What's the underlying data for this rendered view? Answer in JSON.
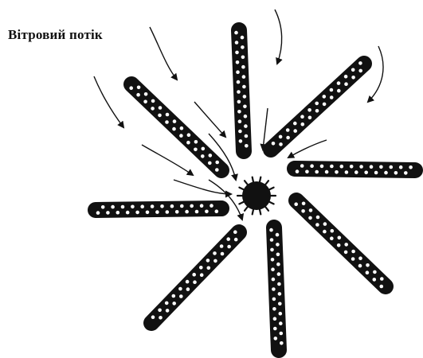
{
  "caption": "Вітровий потік",
  "colors": {
    "ink": "#111111",
    "bead": "#ffffff",
    "background": "#ffffff"
  },
  "icons": {
    "center": "spiked-ball",
    "strips": "beaded-strip",
    "flow": "curved-arrow"
  }
}
